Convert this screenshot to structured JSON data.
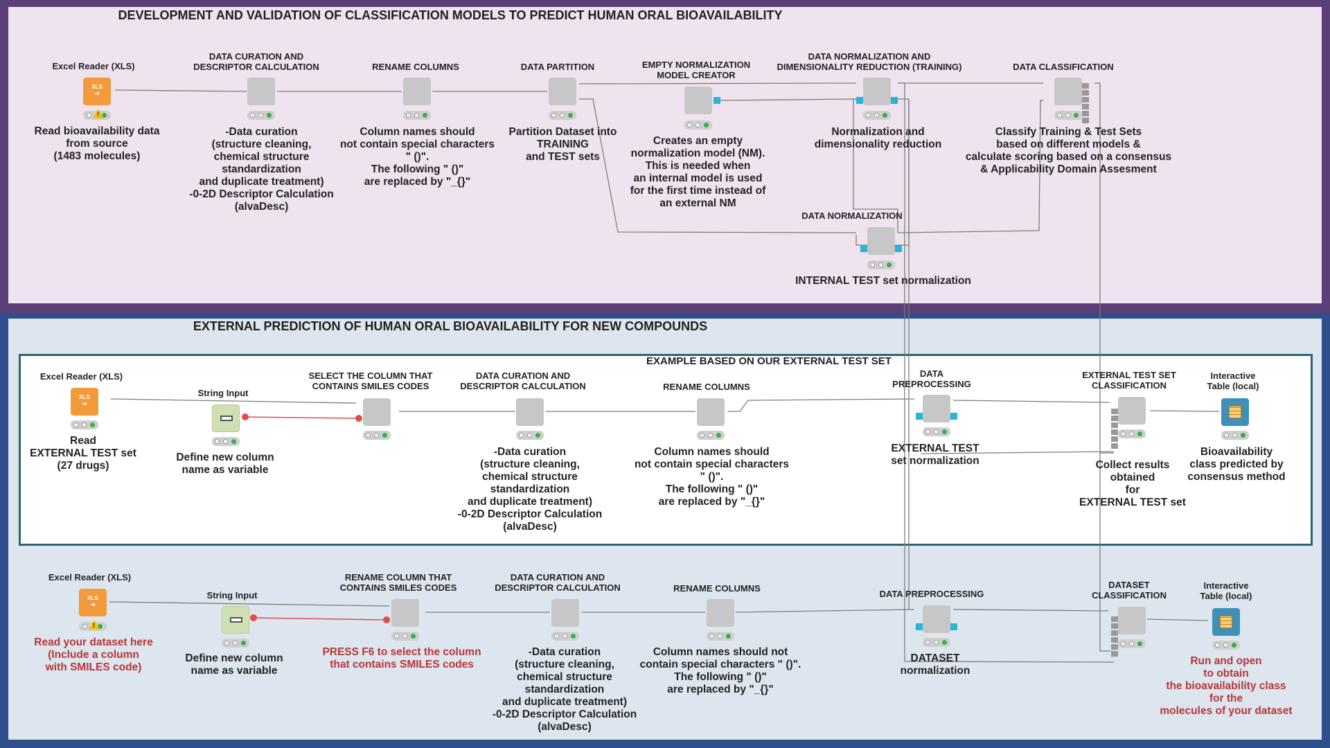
{
  "sections": {
    "top_title": "DEVELOPMENT AND VALIDATION OF CLASSIFICATION MODELS TO PREDICT HUMAN ORAL BIOAVAILABILITY",
    "bottom_title": "EXTERNAL PREDICTION  OF HUMAN ORAL BIOAVAILABILITY FOR NEW COMPOUNDS",
    "example_title": "EXAMPLE BASED ON OUR EXTERNAL TEST SET"
  },
  "icons": {
    "xls_tag": "XLS",
    "xls_arrow": "➜",
    "string_input": "input-field-icon",
    "table": "table-icon"
  },
  "colors": {
    "top_panel": "#efe3ef",
    "bottom_panel": "#dde6ef",
    "node_gray": "#c7c7c7",
    "excel_orange": "#f39a3d",
    "port_blue": "#29b5d9",
    "flow_red": "#e24b4b",
    "status_green": "#36b048"
  },
  "top": {
    "excel": {
      "title": "Excel Reader (XLS)",
      "desc": "Read bioavailability data\nfrom source\n(1483 molecules)"
    },
    "curation": {
      "title": "DATA CURATION AND\nDESCRIPTOR CALCULATION",
      "desc": "-Data curation\n(structure cleaning,\nchemical structure\nstandardization\nand duplicate treatment)\n-0-2D  Descriptor Calculation\n(alvaDesc)"
    },
    "rename": {
      "title": "RENAME COLUMNS",
      "desc": "Column names should\nnot contain special characters\n\" ()\".\nThe following \" ()\"\nare replaced by \"_{}\""
    },
    "partition": {
      "title": "DATA PARTITION",
      "desc": "Partition Dataset into\nTRAINING\nand TEST sets"
    },
    "empty_nm": {
      "title": "EMPTY NORMALIZATION\nMODEL CREATOR",
      "desc": "Creates an empty\nnormalization model (NM).\nThis is needed when\nan internal model is used\nfor the first time instead of\nan external NM"
    },
    "norm_train": {
      "title": "DATA NORMALIZATION AND\nDIMENSIONALITY REDUCTION (TRAINING)",
      "desc": "Normalization and\ndimensionality reduction"
    },
    "classification": {
      "title": "DATA CLASSIFICATION",
      "desc": "Classify Training & Test Sets\nbased on different models &\ncalculate scoring based on a consensus\n&  Applicability Domain Assesment"
    },
    "norm_test": {
      "title": "DATA NORMALIZATION",
      "desc": "INTERNAL TEST set normalization"
    }
  },
  "example": {
    "excel": {
      "title": "Excel Reader (XLS)",
      "desc": "Read\nEXTERNAL TEST set\n(27 drugs)"
    },
    "string": {
      "title": "String Input",
      "desc": "Define new column\nname as variable"
    },
    "select": {
      "title": "SELECT THE COLUMN THAT\nCONTAINS SMILES CODES"
    },
    "curation": {
      "title": "DATA CURATION AND\nDESCRIPTOR CALCULATION",
      "desc": "-Data curation\n(structure cleaning,\nchemical structure\nstandardization\nand duplicate treatment)\n-0-2D  Descriptor Calculation\n(alvaDesc)"
    },
    "rename": {
      "title": "RENAME COLUMNS",
      "desc": "Column names should\nnot contain special characters\n\" ()\".\nThe following \" ()\"\nare replaced by \"_{}\""
    },
    "preproc": {
      "title": "DATA\nPREPROCESSING",
      "desc": "EXTERNAL TEST\nset normalization"
    },
    "ext_class": {
      "title": "EXTERNAL TEST SET\nCLASSIFICATION",
      "desc": "Collect results\nobtained\nfor\nEXTERNAL TEST set"
    },
    "table": {
      "title": "Interactive\nTable (local)",
      "desc": "Bioavailability\nclass predicted by\nconsensus method"
    }
  },
  "dataset": {
    "excel": {
      "title": "Excel Reader (XLS)",
      "desc": "Read your dataset here\n(Include a column\nwith SMILES code)"
    },
    "string": {
      "title": "String Input",
      "desc": "Define new column\nname as variable"
    },
    "rename_smiles": {
      "title": "RENAME COLUMN THAT\nCONTAINS SMILES CODES",
      "desc": "PRESS F6 to select the column\nthat contains SMILES codes"
    },
    "curation": {
      "title": "DATA CURATION AND\nDESCRIPTOR CALCULATION",
      "desc": "-Data curation\n(structure cleaning,\nchemical structure\nstandardization\nand duplicate treatment)\n-0-2D  Descriptor Calculation\n(alvaDesc)"
    },
    "rename": {
      "title": "RENAME COLUMNS",
      "desc": "Column names should not\ncontain special characters \" ()\".\nThe following \" ()\"\nare replaced by \"_{}\""
    },
    "preproc": {
      "title": "DATA PREPROCESSING",
      "desc": "DATASET\nnormalization"
    },
    "ds_class": {
      "title": "DATASET\nCLASSIFICATION"
    },
    "table": {
      "title": "Interactive\nTable (local)",
      "desc": "Run and open\nto obtain\nthe bioavailability class\nfor the\nmolecules of your dataset"
    }
  }
}
